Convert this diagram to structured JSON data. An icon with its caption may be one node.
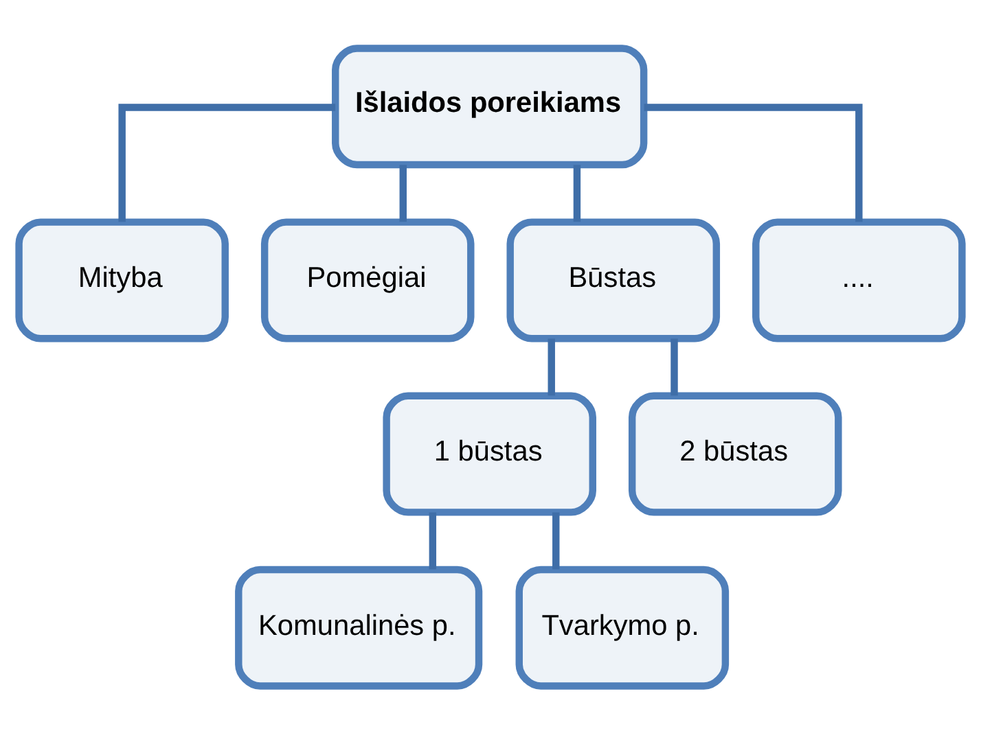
{
  "diagram": {
    "nodes": [
      {
        "text": [
          "Išlaidos poreikiams"
        ]
      },
      {
        "text": [
          "Mityba"
        ]
      },
      {
        "text": [
          "Pomėgiai"
        ]
      },
      {
        "text": [
          "Būstas"
        ]
      },
      {
        "text": [
          "...."
        ]
      },
      {
        "text": [
          "1 būstas"
        ]
      },
      {
        "text": [
          "2 būstas"
        ]
      },
      {
        "text": [
          "Komunalinės p."
        ]
      },
      {
        "text": [
          "Tvarkymo p."
        ]
      }
    ],
    "edges": [
      {
        "from": 0,
        "to": 1,
        "arrow": "none"
      },
      {
        "from": 0,
        "to": 2,
        "arrow": "none"
      },
      {
        "from": 0,
        "to": 3,
        "arrow": "none"
      },
      {
        "from": 0,
        "to": 4,
        "arrow": "none"
      },
      {
        "from": 3,
        "to": 5,
        "arrow": "none"
      },
      {
        "from": 3,
        "to": 6,
        "arrow": "none"
      },
      {
        "from": 5,
        "to": 7,
        "arrow": "none"
      },
      {
        "from": 5,
        "to": 8,
        "arrow": "none"
      }
    ]
  }
}
